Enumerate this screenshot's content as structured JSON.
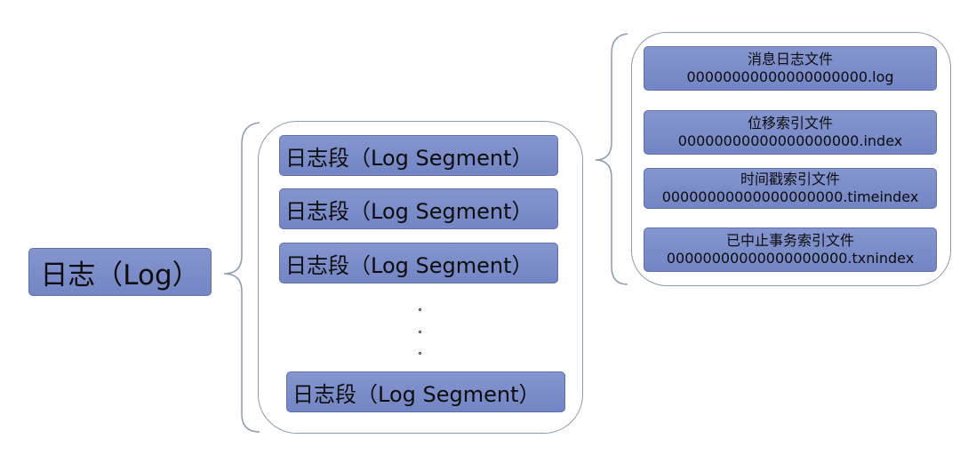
{
  "root": {
    "label": "日志（Log）"
  },
  "segments": [
    {
      "label": "日志段（Log Segment）"
    },
    {
      "label": "日志段（Log Segment）"
    },
    {
      "label": "日志段（Log Segment）"
    },
    {
      "label": "日志段（Log Segment）"
    }
  ],
  "ellipsis": [
    "。",
    "。",
    "。"
  ],
  "files": [
    {
      "title": "消息日志文件",
      "name": "00000000000000000000.log"
    },
    {
      "title": "位移索引文件",
      "name": "00000000000000000000.index"
    },
    {
      "title": "时间戳索引文件",
      "name": "00000000000000000000.timeindex"
    },
    {
      "title": "已中止事务索引文件",
      "name": "00000000000000000000.txnindex"
    }
  ],
  "colors": {
    "box_fill": "#7f90cb",
    "box_border": "#5f6fa8",
    "connector": "#8a9bb0"
  }
}
